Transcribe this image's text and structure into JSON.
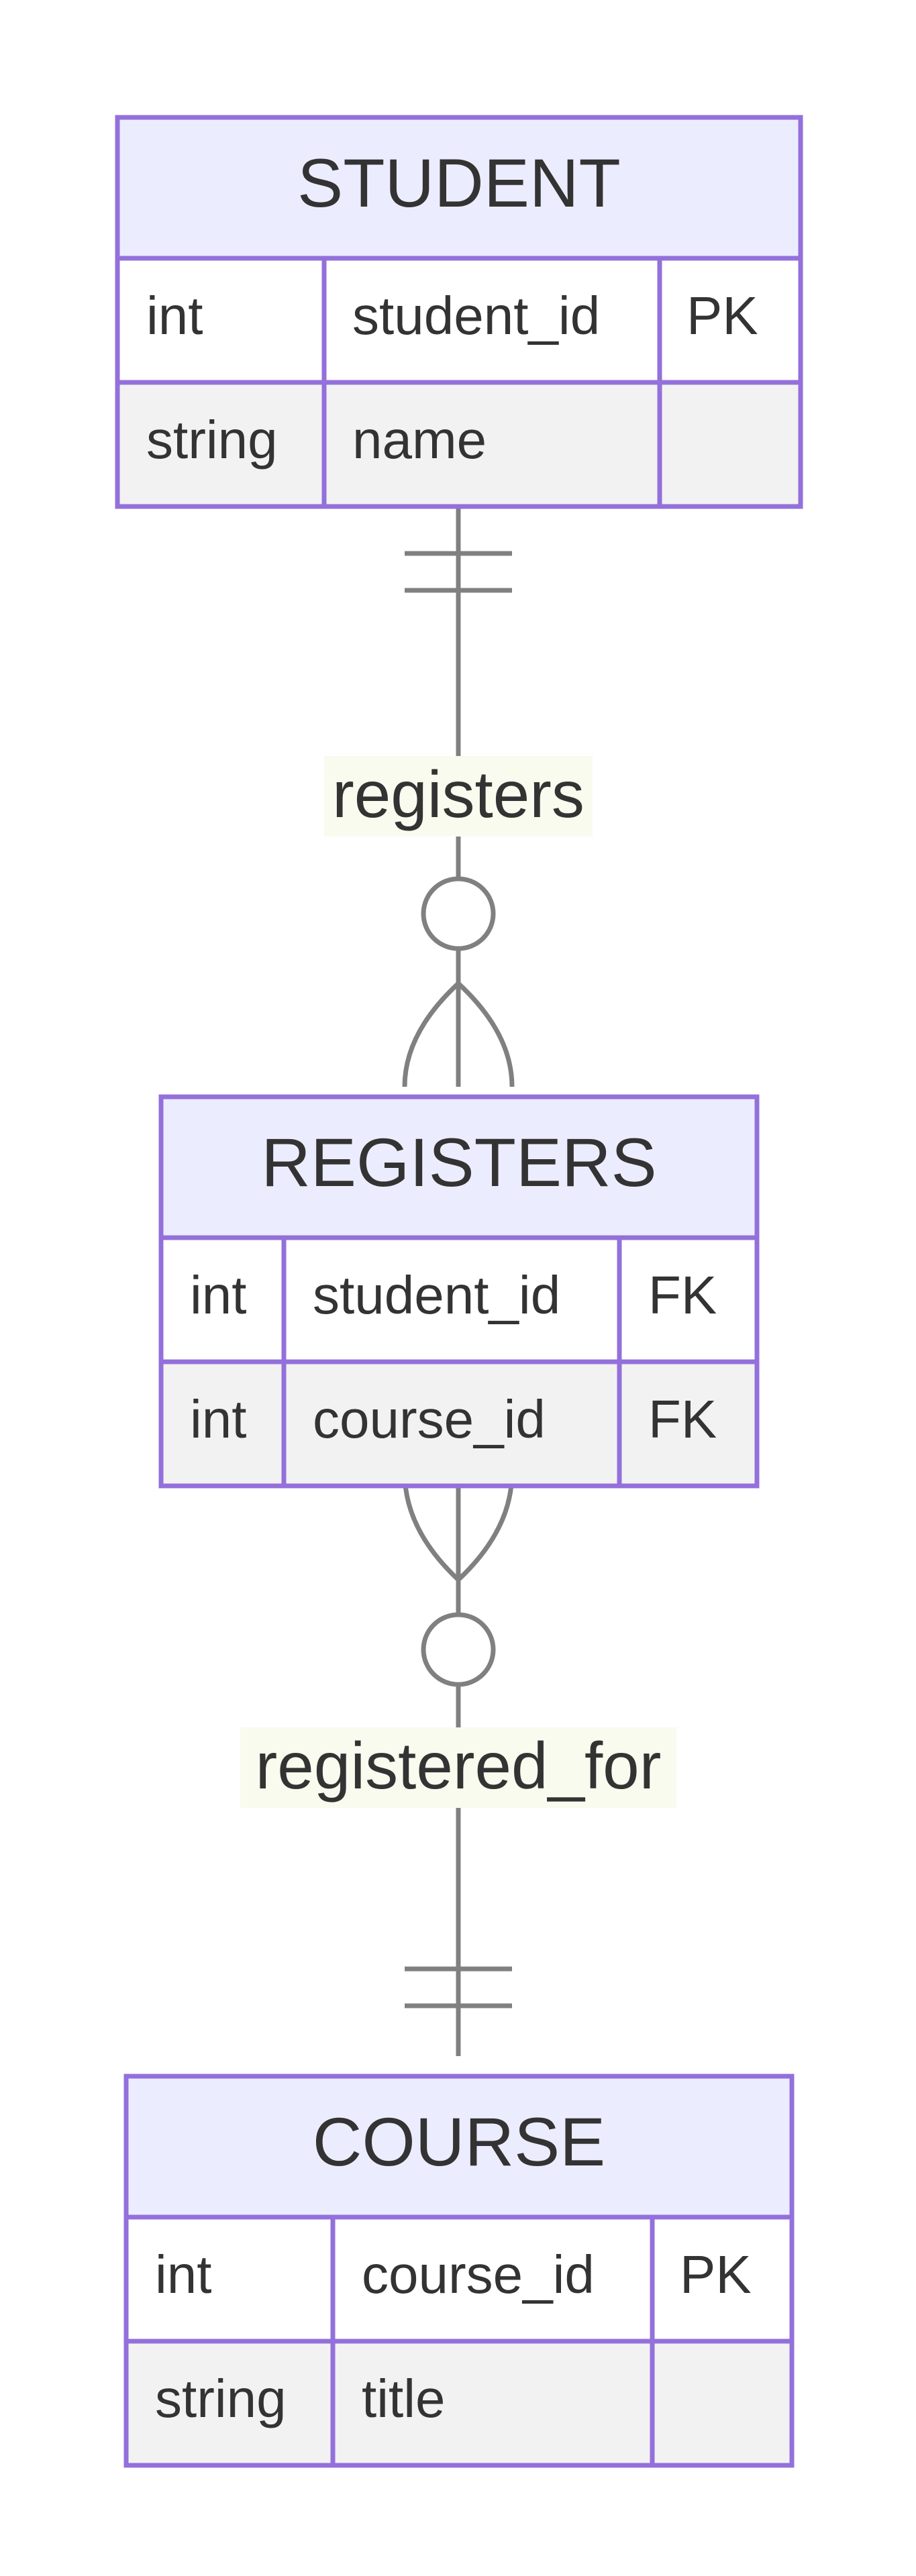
{
  "entities": {
    "student": {
      "name": "STUDENT",
      "attributes": [
        {
          "type": "int",
          "name": "student_id",
          "key": "PK"
        },
        {
          "type": "string",
          "name": "name",
          "key": ""
        }
      ]
    },
    "registers": {
      "name": "REGISTERS",
      "attributes": [
        {
          "type": "int",
          "name": "student_id",
          "key": "FK"
        },
        {
          "type": "int",
          "name": "course_id",
          "key": "FK"
        }
      ]
    },
    "course": {
      "name": "COURSE",
      "attributes": [
        {
          "type": "int",
          "name": "course_id",
          "key": "PK"
        },
        {
          "type": "string",
          "name": "title",
          "key": ""
        }
      ]
    }
  },
  "relationships": [
    {
      "label": "registers",
      "from": "STUDENT",
      "to": "REGISTERS",
      "from_cardinality": "exactly-one",
      "to_cardinality": "zero-or-more"
    },
    {
      "label": "registered_for",
      "from": "REGISTERS",
      "to": "COURSE",
      "from_cardinality": "zero-or-more",
      "to_cardinality": "exactly-one"
    }
  ],
  "colors": {
    "entity_border": "#9370db",
    "entity_header": "#ececff",
    "row_alt": "#f2f2f2",
    "line": "#808080",
    "label_bg": "#f8fbee",
    "text": "#333333"
  }
}
